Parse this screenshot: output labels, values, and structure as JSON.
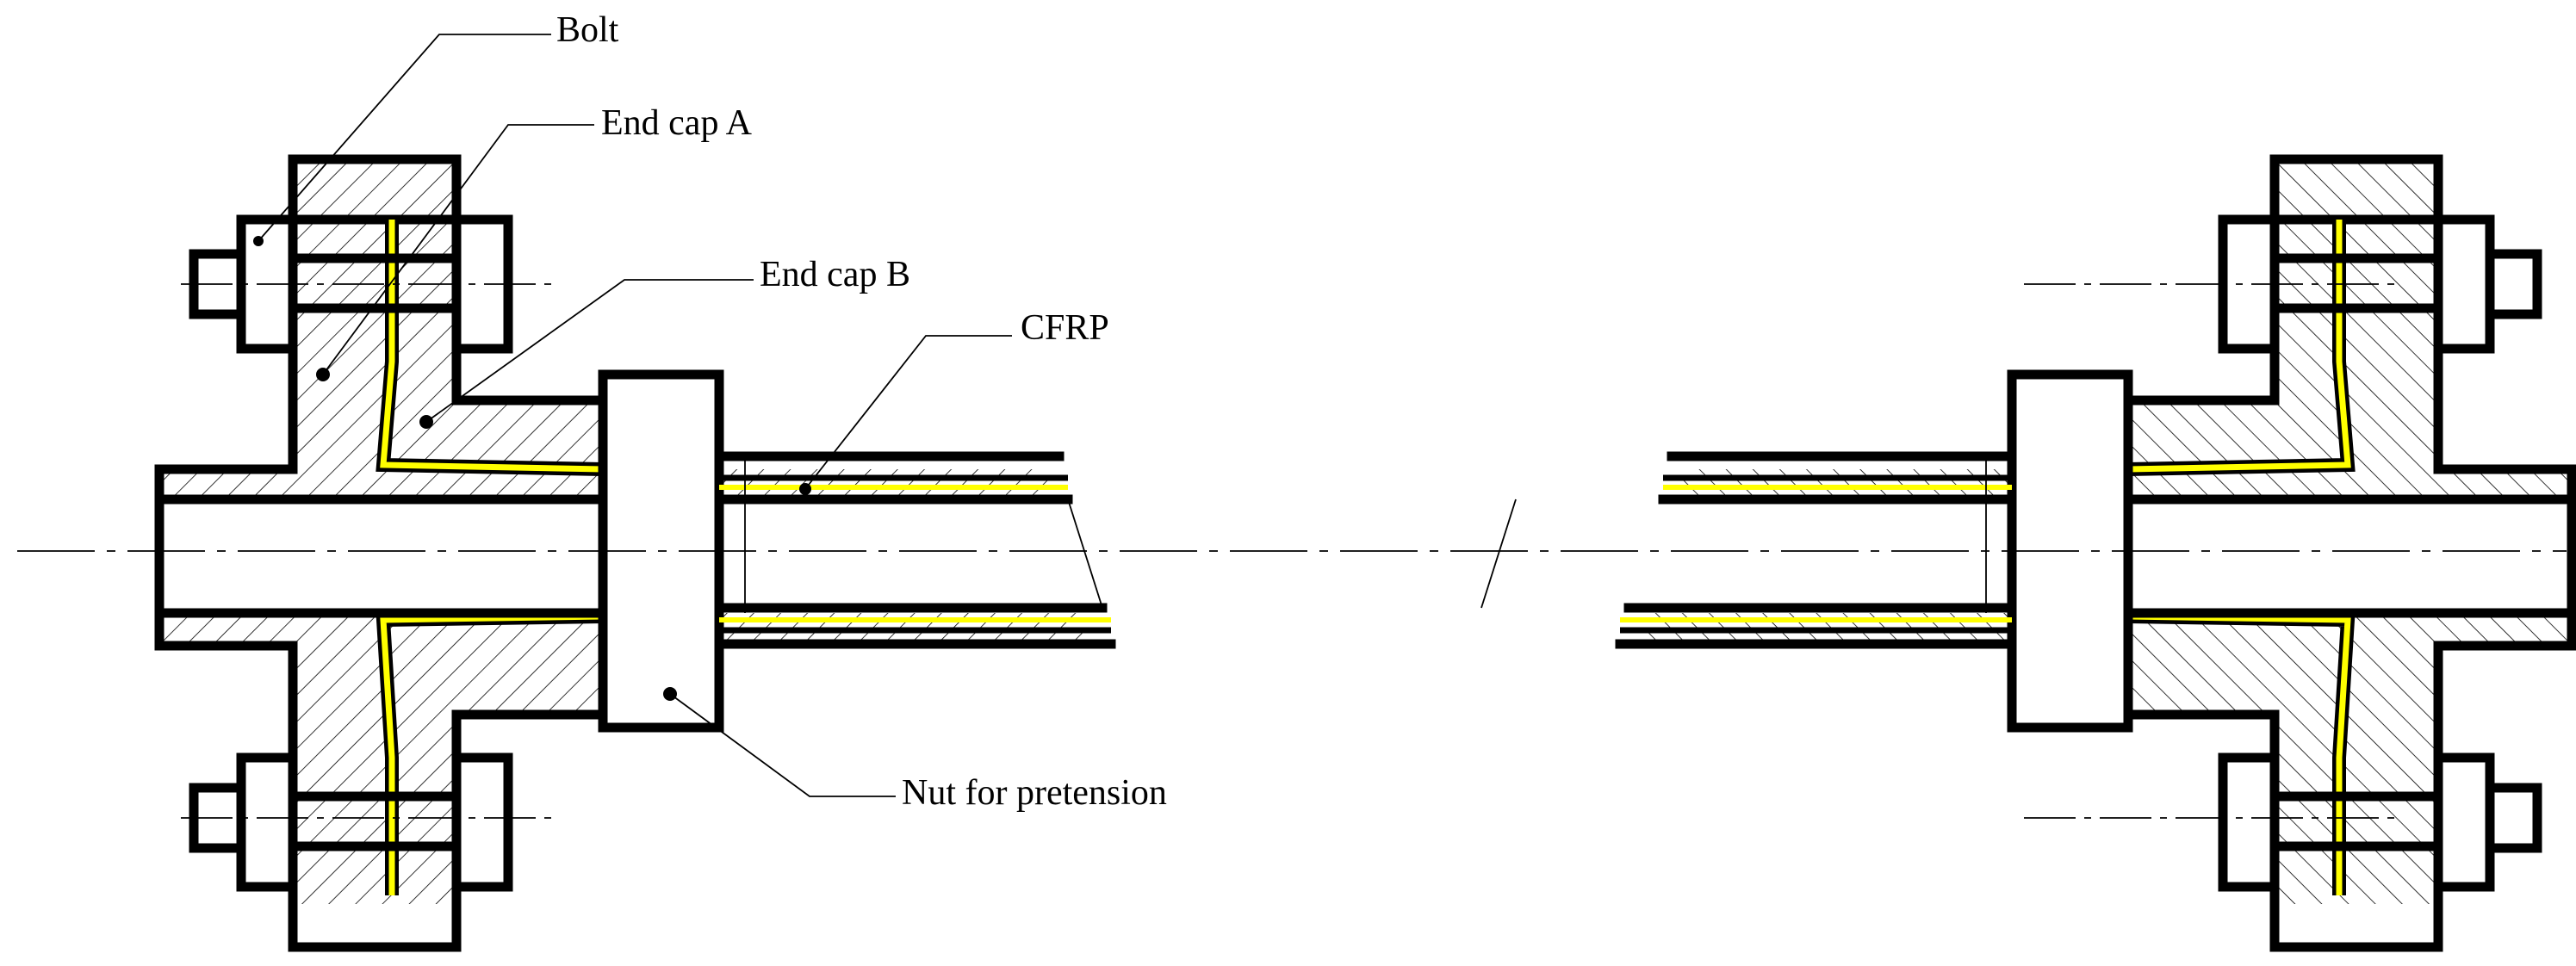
{
  "labels": {
    "bolt": "Bolt",
    "end_cap_a": "End cap A",
    "end_cap_b": "End cap B",
    "cfrp": "CFRP",
    "nut": "Nut for pretension"
  },
  "colors": {
    "line": "#000000",
    "cfrp_layer": "#ffff00",
    "hatch": "#000000",
    "background": "#ffffff"
  }
}
